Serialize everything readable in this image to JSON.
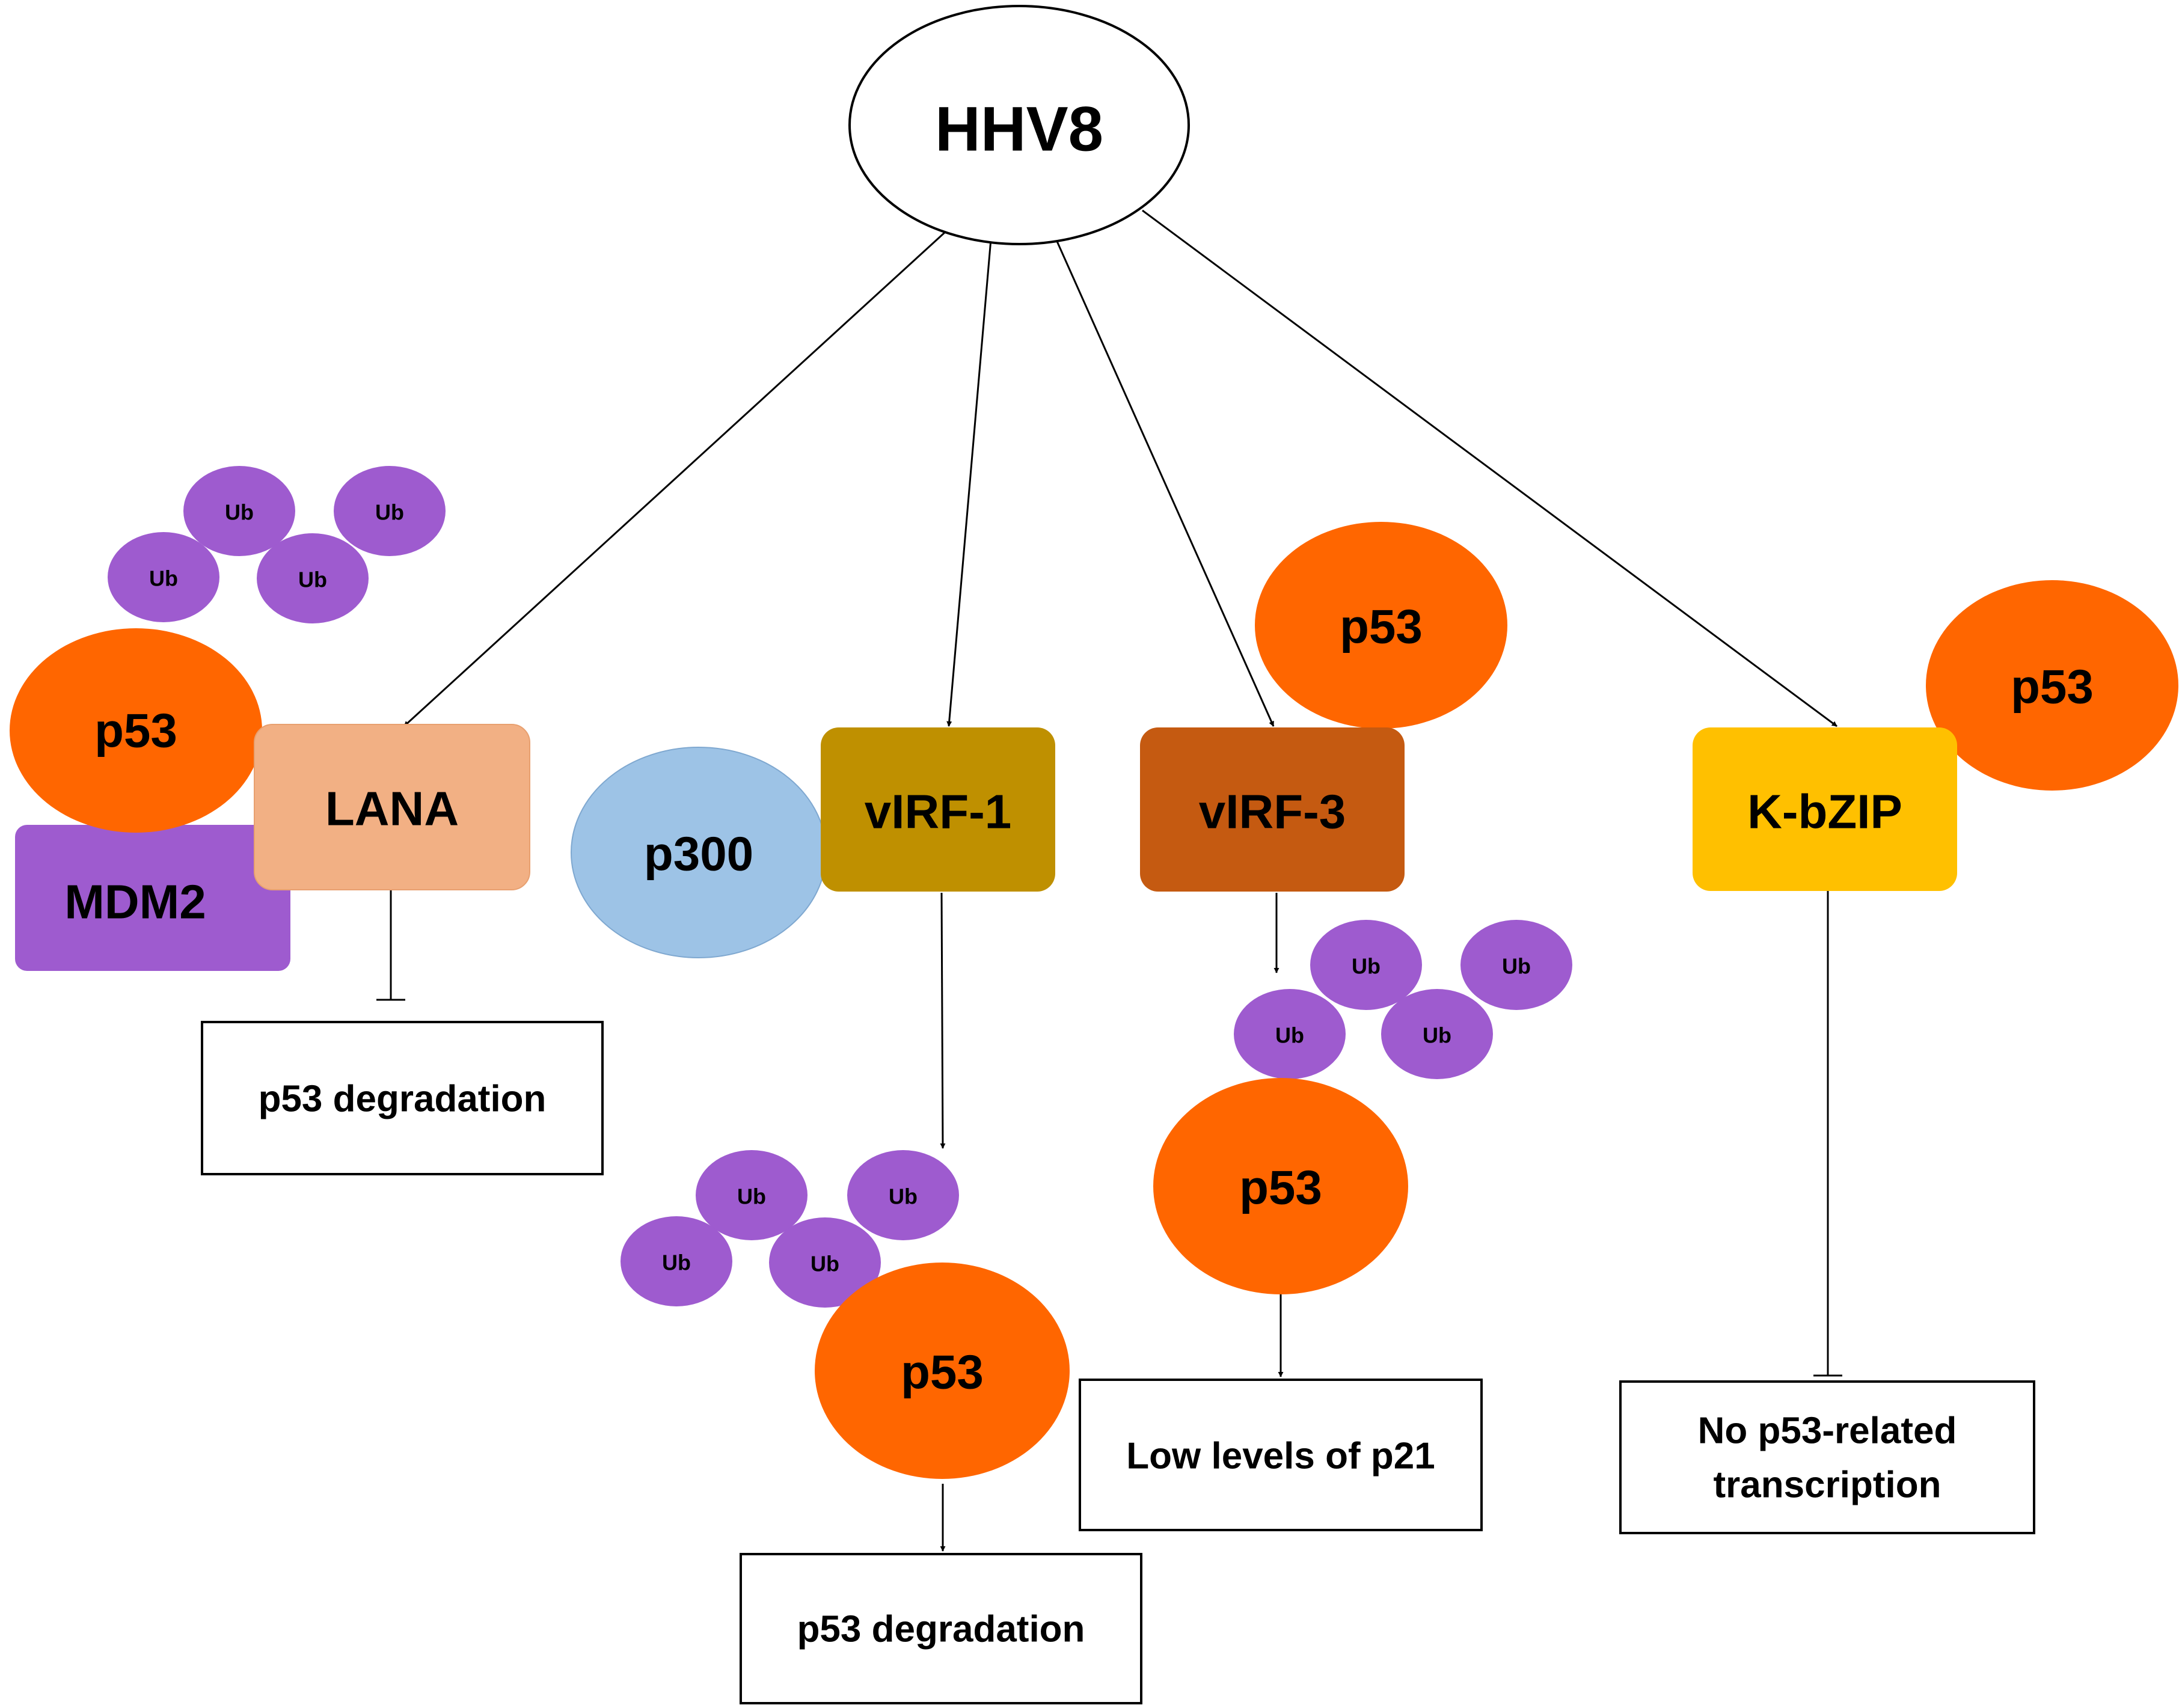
{
  "colors": {
    "p53": "#FF6600",
    "ub": "#9E5BCF",
    "mdm2": "#9E5BCF",
    "lana": "#F2B084",
    "p300": "#9DC3E6",
    "virf1": "#BF9000",
    "virf3": "#C55A11",
    "kbzip": "#FFC000",
    "outline": "#000000"
  },
  "nodes": {
    "hhv8": "HHV8",
    "lana": "LANA",
    "mdm2": "MDM2",
    "p300": "p300",
    "virf1": "vIRF-1",
    "virf3": "vIRF-3",
    "kbzip": "K-bZIP",
    "p53": "p53",
    "ub": "Ub"
  },
  "outcomes": {
    "lana": "p53 degradation",
    "virf1": "p53 degradation",
    "virf3": "Low levels of p21",
    "kbzip_line1": "No p53-related",
    "kbzip_line2": "transcription"
  }
}
